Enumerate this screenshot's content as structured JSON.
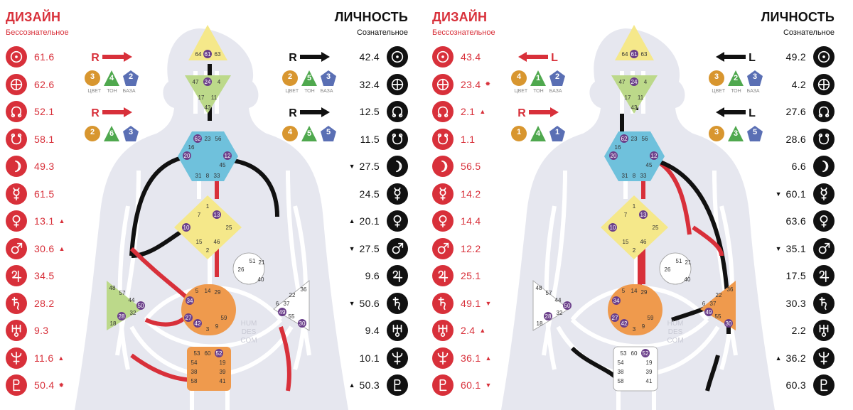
{
  "colors": {
    "red": "#d8303a",
    "black": "#111111",
    "head": "#f5e88a",
    "ajna": "#bcd98a",
    "throat": "#6fc1dc",
    "g": "#f5e88a",
    "sacral": "#ef9a4d",
    "root": "#ef9a4d",
    "purple": "#6b3f8a",
    "silhouette": "#e6e7ef"
  },
  "charts": [
    {
      "design_title": "ДИЗАЙН",
      "design_subtitle": "Бессознательное",
      "personality_title": "ЛИЧНОСТЬ",
      "personality_subtitle": "Сознательное",
      "design_rows": [
        {
          "icon": "sun-icon",
          "value": "61.6",
          "mark": ""
        },
        {
          "icon": "earth-icon",
          "value": "62.6",
          "mark": ""
        },
        {
          "icon": "north-node-icon",
          "value": "52.1",
          "mark": ""
        },
        {
          "icon": "south-node-icon",
          "value": "58.1",
          "mark": ""
        },
        {
          "icon": "moon-icon",
          "value": "49.3",
          "mark": ""
        },
        {
          "icon": "mercury-icon",
          "value": "61.5",
          "mark": ""
        },
        {
          "icon": "venus-icon",
          "value": "13.1",
          "mark": "▲"
        },
        {
          "icon": "mars-icon",
          "value": "30.6",
          "mark": "▲"
        },
        {
          "icon": "jupiter-icon",
          "value": "34.5",
          "mark": ""
        },
        {
          "icon": "saturn-icon",
          "value": "28.2",
          "mark": ""
        },
        {
          "icon": "uranus-icon",
          "value": "9.3",
          "mark": ""
        },
        {
          "icon": "neptune-icon",
          "value": "11.6",
          "mark": "▲"
        },
        {
          "icon": "pluto-icon",
          "value": "50.4",
          "mark": "✸"
        }
      ],
      "personality_rows": [
        {
          "icon": "sun-icon",
          "value": "42.4",
          "mark": ""
        },
        {
          "icon": "earth-icon",
          "value": "32.4",
          "mark": ""
        },
        {
          "icon": "north-node-icon",
          "value": "12.5",
          "mark": ""
        },
        {
          "icon": "south-node-icon",
          "value": "11.5",
          "mark": ""
        },
        {
          "icon": "moon-icon",
          "value": "27.5",
          "mark": "▼"
        },
        {
          "icon": "mercury-icon",
          "value": "24.5",
          "mark": ""
        },
        {
          "icon": "venus-icon",
          "value": "20.1",
          "mark": "▲"
        },
        {
          "icon": "mars-icon",
          "value": "27.5",
          "mark": "▼"
        },
        {
          "icon": "jupiter-icon",
          "value": "9.6",
          "mark": ""
        },
        {
          "icon": "saturn-icon",
          "value": "50.6",
          "mark": "▼"
        },
        {
          "icon": "uranus-icon",
          "value": "9.4",
          "mark": ""
        },
        {
          "icon": "neptune-icon",
          "value": "10.1",
          "mark": ""
        },
        {
          "icon": "pluto-icon",
          "value": "50.3",
          "mark": "▲"
        }
      ],
      "variables": {
        "design_top": {
          "dir": "R",
          "arrow": "right",
          "color": "3",
          "tone": "4",
          "base": "2"
        },
        "design_bottom": {
          "dir": "R",
          "arrow": "right",
          "color": "2",
          "tone": "6",
          "base": "3"
        },
        "personality_top": {
          "dir": "R",
          "arrow": "right",
          "color": "2",
          "tone": "5",
          "base": "3"
        },
        "personality_bottom": {
          "dir": "R",
          "arrow": "right",
          "color": "4",
          "tone": "5",
          "base": "5"
        },
        "labels": [
          "ЦВЕТ",
          "ТОН",
          "БАЗА"
        ]
      },
      "centers": {
        "head": "#f5e88a",
        "ajna": "#bcd98a",
        "throat": "#6fc1dc",
        "g": "#f5e88a",
        "heart": "#ffffff",
        "spleen": "#bcd98a",
        "sacral": "#ef9a4d",
        "esp": "#ffffff",
        "root": "#ef9a4d"
      },
      "watermark": [
        "HUM",
        "DES",
        "COM"
      ]
    },
    {
      "design_title": "ДИЗАЙН",
      "design_subtitle": "Бессознательное",
      "personality_title": "ЛИЧНОСТЬ",
      "personality_subtitle": "Сознательное",
      "design_rows": [
        {
          "icon": "sun-icon",
          "value": "43.4",
          "mark": ""
        },
        {
          "icon": "earth-icon",
          "value": "23.4",
          "mark": "✸"
        },
        {
          "icon": "north-node-icon",
          "value": "2.1",
          "mark": "▲"
        },
        {
          "icon": "south-node-icon",
          "value": "1.1",
          "mark": ""
        },
        {
          "icon": "moon-icon",
          "value": "56.5",
          "mark": ""
        },
        {
          "icon": "mercury-icon",
          "value": "14.2",
          "mark": ""
        },
        {
          "icon": "venus-icon",
          "value": "14.4",
          "mark": ""
        },
        {
          "icon": "mars-icon",
          "value": "12.2",
          "mark": ""
        },
        {
          "icon": "jupiter-icon",
          "value": "25.1",
          "mark": ""
        },
        {
          "icon": "saturn-icon",
          "value": "49.1",
          "mark": "▼"
        },
        {
          "icon": "uranus-icon",
          "value": "2.4",
          "mark": "▲"
        },
        {
          "icon": "neptune-icon",
          "value": "36.1",
          "mark": "▲"
        },
        {
          "icon": "pluto-icon",
          "value": "60.1",
          "mark": "▼"
        }
      ],
      "personality_rows": [
        {
          "icon": "sun-icon",
          "value": "49.2",
          "mark": ""
        },
        {
          "icon": "earth-icon",
          "value": "4.2",
          "mark": ""
        },
        {
          "icon": "north-node-icon",
          "value": "27.6",
          "mark": ""
        },
        {
          "icon": "south-node-icon",
          "value": "28.6",
          "mark": ""
        },
        {
          "icon": "moon-icon",
          "value": "6.6",
          "mark": ""
        },
        {
          "icon": "mercury-icon",
          "value": "60.1",
          "mark": "▼"
        },
        {
          "icon": "venus-icon",
          "value": "63.6",
          "mark": ""
        },
        {
          "icon": "mars-icon",
          "value": "35.1",
          "mark": "▼"
        },
        {
          "icon": "jupiter-icon",
          "value": "17.5",
          "mark": ""
        },
        {
          "icon": "saturn-icon",
          "value": "30.3",
          "mark": ""
        },
        {
          "icon": "uranus-icon",
          "value": "2.2",
          "mark": ""
        },
        {
          "icon": "neptune-icon",
          "value": "36.2",
          "mark": "▲"
        },
        {
          "icon": "pluto-icon",
          "value": "60.3",
          "mark": ""
        }
      ],
      "variables": {
        "design_top": {
          "dir": "L",
          "arrow": "left",
          "color": "4",
          "tone": "1",
          "base": "2"
        },
        "design_bottom": {
          "dir": "R",
          "arrow": "right",
          "color": "1",
          "tone": "4",
          "base": "1"
        },
        "personality_top": {
          "dir": "L",
          "arrow": "left",
          "color": "3",
          "tone": "2",
          "base": "3"
        },
        "personality_bottom": {
          "dir": "L",
          "arrow": "left",
          "color": "3",
          "tone": "3",
          "base": "5"
        },
        "labels": [
          "ЦВЕТ",
          "ТОН",
          "БАЗА"
        ]
      },
      "centers": {
        "head": "#f5e88a",
        "ajna": "#bcd98a",
        "throat": "#6fc1dc",
        "g": "#f5e88a",
        "heart": "#ffffff",
        "spleen": "#ffffff",
        "sacral": "#ef9a4d",
        "esp": "#ef9a4d",
        "root": "#ffffff"
      },
      "watermark": [
        "HUM",
        "DES",
        "COM"
      ]
    }
  ]
}
